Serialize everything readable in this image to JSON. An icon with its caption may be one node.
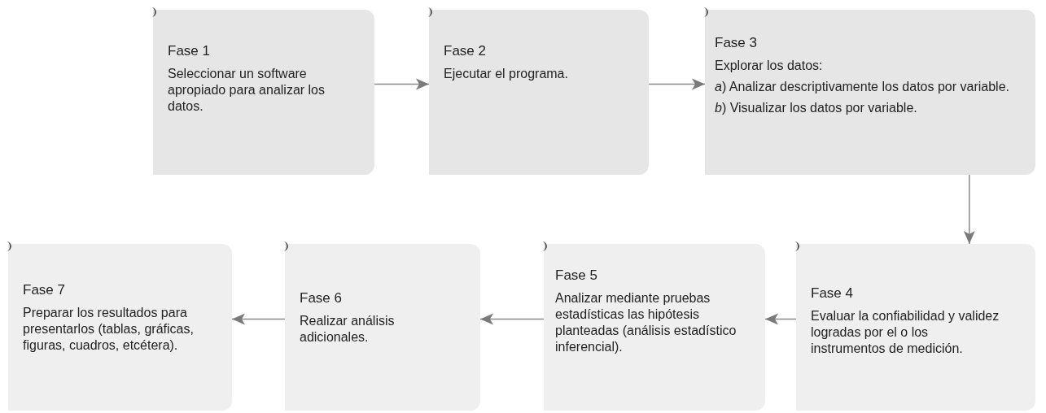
{
  "diagram": {
    "nodes": [
      {
        "text": [
          "Fase 1",
          "Seleccionar un software apropiado para analizar los datos."
        ]
      },
      {
        "text": [
          "Fase 2",
          "Ejecutar el programa."
        ]
      },
      {
        "text": [
          "Fase 3",
          "Explorar los datos:",
          "*a*) Analizar descriptivamente los datos por variable.",
          "*b*) Visualizar los datos por variable."
        ]
      },
      {
        "text": [
          "Fase 4",
          "Evaluar la confiabilidad y validez logradas por el o los instrumentos de medición."
        ]
      },
      {
        "text": [
          "Fase 5",
          "Analizar mediante pruebas estadísticas las hipótesis planteadas (análisis estadístico inferencial)."
        ]
      },
      {
        "text": [
          "Fase 6",
          "Realizar análisis adicionales."
        ]
      },
      {
        "text": [
          "Fase 7",
          "Preparar los resultados para presentarlos (tablas, gráficas, figuras, cuadros, etcétera)."
        ]
      }
    ],
    "edges": [
      {
        "from": 0,
        "to": 1,
        "arrow": "to"
      },
      {
        "from": 1,
        "to": 2,
        "arrow": "to"
      },
      {
        "from": 2,
        "to": 3,
        "arrow": "to"
      },
      {
        "from": 3,
        "to": 4,
        "arrow": "to"
      },
      {
        "from": 4,
        "to": 5,
        "arrow": "to"
      },
      {
        "from": 5,
        "to": 6,
        "arrow": "to"
      }
    ]
  }
}
